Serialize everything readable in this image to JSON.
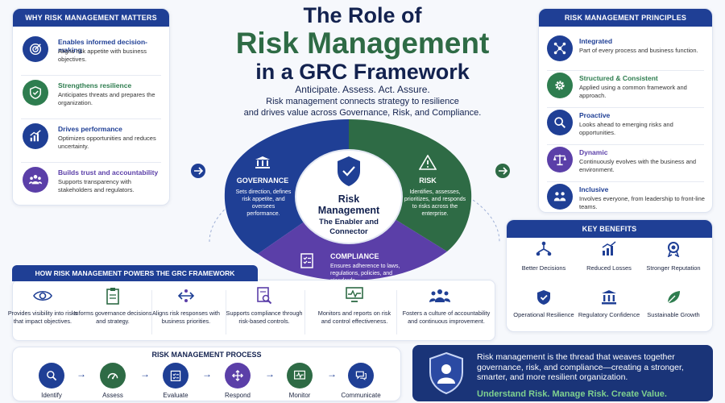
{
  "title": {
    "line1": "The Role of",
    "line2": "Risk Management",
    "line3": "in a GRC Framework",
    "tagline": "Anticipate. Assess. Act. Assure.",
    "sub1": "Risk management connects strategy to resilience",
    "sub2": "and drives value across Governance, Risk, and Compliance."
  },
  "why": {
    "header": "WHY RISK MANAGEMENT MATTERS",
    "items": [
      {
        "title": "Enables informed decision-making",
        "desc": "Aligns risk appetite with business objectives.",
        "icon": "target-icon",
        "color": "#1f3f95"
      },
      {
        "title": "Strengthens resilience",
        "desc": "Anticipates threats and prepares the organization.",
        "icon": "shield-check-icon",
        "color": "#2e7d4f"
      },
      {
        "title": "Drives performance",
        "desc": "Optimizes opportunities and reduces uncertainty.",
        "icon": "chart-up-icon",
        "color": "#1f3f95"
      },
      {
        "title": "Builds trust and accountability",
        "desc": "Supports transparency with stakeholders and regulators.",
        "icon": "people-icon",
        "color": "#5b3fa8"
      }
    ]
  },
  "principles": {
    "header": "RISK MANAGEMENT PRINCIPLES",
    "items": [
      {
        "title": "Integrated",
        "desc": "Part of every process and business function.",
        "icon": "network-icon",
        "color": "#1f3f95"
      },
      {
        "title": "Structured & Consistent",
        "desc": "Applied using a common framework and approach.",
        "icon": "gear-icon",
        "color": "#2e7d4f"
      },
      {
        "title": "Proactive",
        "desc": "Looks ahead to emerging risks and opportunities.",
        "icon": "magnifier-icon",
        "color": "#1f3f95"
      },
      {
        "title": "Dynamic",
        "desc": "Continuously evolves with the business and environment.",
        "icon": "scales-icon",
        "color": "#5b3fa8"
      },
      {
        "title": "Inclusive",
        "desc": "Involves everyone, from leadership to front-line teams.",
        "icon": "team-icon",
        "color": "#1f3f95"
      }
    ]
  },
  "circle": {
    "gov_title": "GOVERNANCE",
    "gov_desc": "Sets direction, defines risk appetite, and oversees performance.",
    "risk_title": "RISK",
    "risk_desc": "Identifies, assesses, prioritizes, and responds to risks across the enterprise.",
    "comp_title": "COMPLIANCE",
    "comp_desc": "Ensures adherence to laws, regulations, policies, and standards.",
    "center_title": "Risk Management",
    "center_sub": "The Enabler and Connector",
    "colors": {
      "governance": "#1f3f95",
      "risk": "#2e6b45",
      "compliance": "#5b3fa8"
    }
  },
  "benefits": {
    "header": "KEY BENEFITS",
    "items": [
      {
        "label": "Better Decisions",
        "icon": "decision-icon",
        "color": "#1f3f95"
      },
      {
        "label": "Reduced Losses",
        "icon": "bar-chart-icon",
        "color": "#1f3f95"
      },
      {
        "label": "Stronger Reputation",
        "icon": "award-icon",
        "color": "#1f3f95"
      },
      {
        "label": "Operational Resilience",
        "icon": "shield-icon",
        "color": "#1f3f95"
      },
      {
        "label": "Regulatory Confidence",
        "icon": "building-icon",
        "color": "#1f3f95"
      },
      {
        "label": "Sustainable Growth",
        "icon": "leaf-icon",
        "color": "#2e7d4f"
      }
    ]
  },
  "powers": {
    "header": "HOW RISK MANAGEMENT POWERS THE GRC FRAMEWORK",
    "items": [
      {
        "text": "Provides visibility into risks that impact objectives.",
        "icon": "eye-icon"
      },
      {
        "text": "Informs governance decisions and strategy.",
        "icon": "clipboard-icon"
      },
      {
        "text": "Aligns risk responses with business priorities.",
        "icon": "align-icon"
      },
      {
        "text": "Supports compliance through risk-based controls.",
        "icon": "document-search-icon"
      },
      {
        "text": "Monitors and reports on risk and control effectiveness.",
        "icon": "monitor-icon"
      },
      {
        "text": "Fosters a culture of accountability and continuous improvement.",
        "icon": "group-icon"
      }
    ]
  },
  "process": {
    "header": "RISK MANAGEMENT PROCESS",
    "steps": [
      {
        "label": "Identify",
        "icon": "search-icon",
        "color": "#1f3f95"
      },
      {
        "label": "Assess",
        "icon": "gauge-icon",
        "color": "#2e6b45"
      },
      {
        "label": "Evaluate",
        "icon": "checklist-icon",
        "color": "#1f3f95"
      },
      {
        "label": "Respond",
        "icon": "move-icon",
        "color": "#5b3fa8"
      },
      {
        "label": "Monitor",
        "icon": "pulse-icon",
        "color": "#2e6b45"
      },
      {
        "label": "Communicate",
        "icon": "chat-icon",
        "color": "#1f3f95"
      }
    ]
  },
  "footer": {
    "text": "Risk management is the thread that weaves together governance, risk, and compliance—creating a stronger, smarter, and more resilient organization.",
    "slogan": "Understand Risk. Manage Risk. Create Value."
  }
}
